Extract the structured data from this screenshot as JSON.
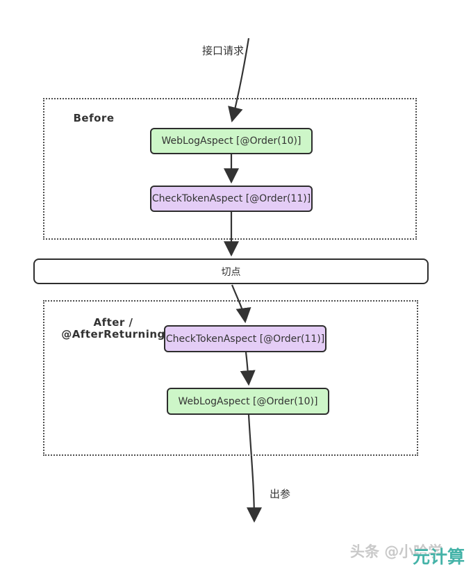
{
  "diagram": {
    "input_label": "接口请求",
    "output_label": "出参",
    "pointcut_label": "切点",
    "before_section": {
      "label": "Before",
      "boxes": [
        {
          "text": "WebLogAspect [@Order(10)]",
          "fill": "#cdf6c8"
        },
        {
          "text": "CheckTokenAspect [@Order(11)]",
          "fill": "#e4cdf6"
        }
      ]
    },
    "after_section": {
      "label_line1": "After /",
      "label_line2": "@AfterReturning",
      "boxes": [
        {
          "text": "CheckTokenAspect [@Order(11)]",
          "fill": "#e4cdf6"
        },
        {
          "text": "WebLogAspect [@Order(10)]",
          "fill": "#cdf6c8"
        }
      ]
    },
    "watermark": {
      "gray_text": "头条 @小哈学",
      "teal_text": "元计算"
    },
    "colors": {
      "green_fill": "#cdf6c8",
      "purple_fill": "#e4cdf6",
      "box_border": "#2d2d2d",
      "arrow": "#333333",
      "watermark_gray": "#c9c9c9",
      "watermark_teal": "#45b3a8"
    }
  }
}
